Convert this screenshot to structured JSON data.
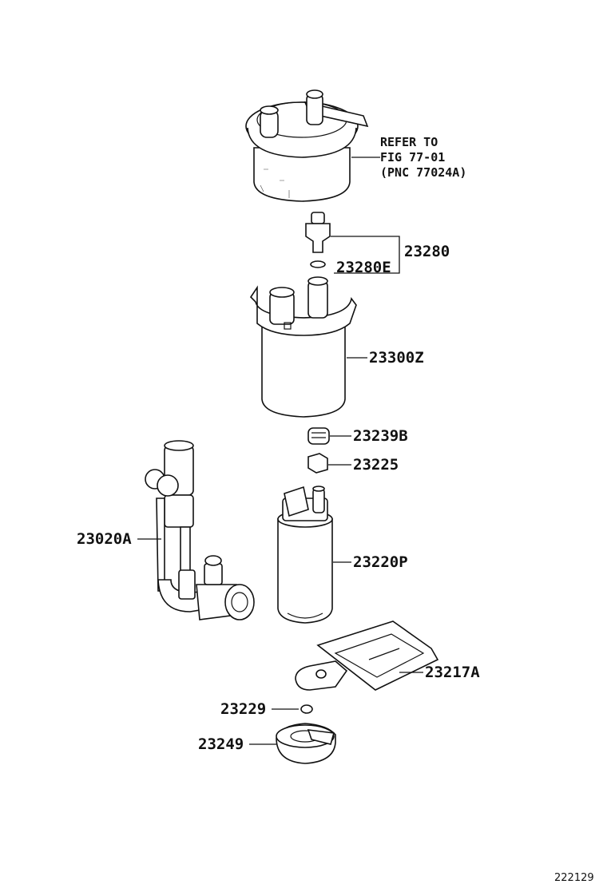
{
  "figure_number": "222129",
  "reference": {
    "line1": "REFER TO",
    "line2": "FIG 77-01",
    "line3": "(PNC 77024A)"
  },
  "callouts": [
    {
      "id": "c-23280",
      "label": "23280"
    },
    {
      "id": "c-23280e",
      "label": "23280E"
    },
    {
      "id": "c-23300z",
      "label": "23300Z"
    },
    {
      "id": "c-23239b",
      "label": "23239B"
    },
    {
      "id": "c-23225",
      "label": "23225"
    },
    {
      "id": "c-23020a",
      "label": "23020A"
    },
    {
      "id": "c-23220p",
      "label": "23220P"
    },
    {
      "id": "c-23217a",
      "label": "23217A"
    },
    {
      "id": "c-23229",
      "label": "23229"
    },
    {
      "id": "c-23249",
      "label": "23249"
    }
  ]
}
